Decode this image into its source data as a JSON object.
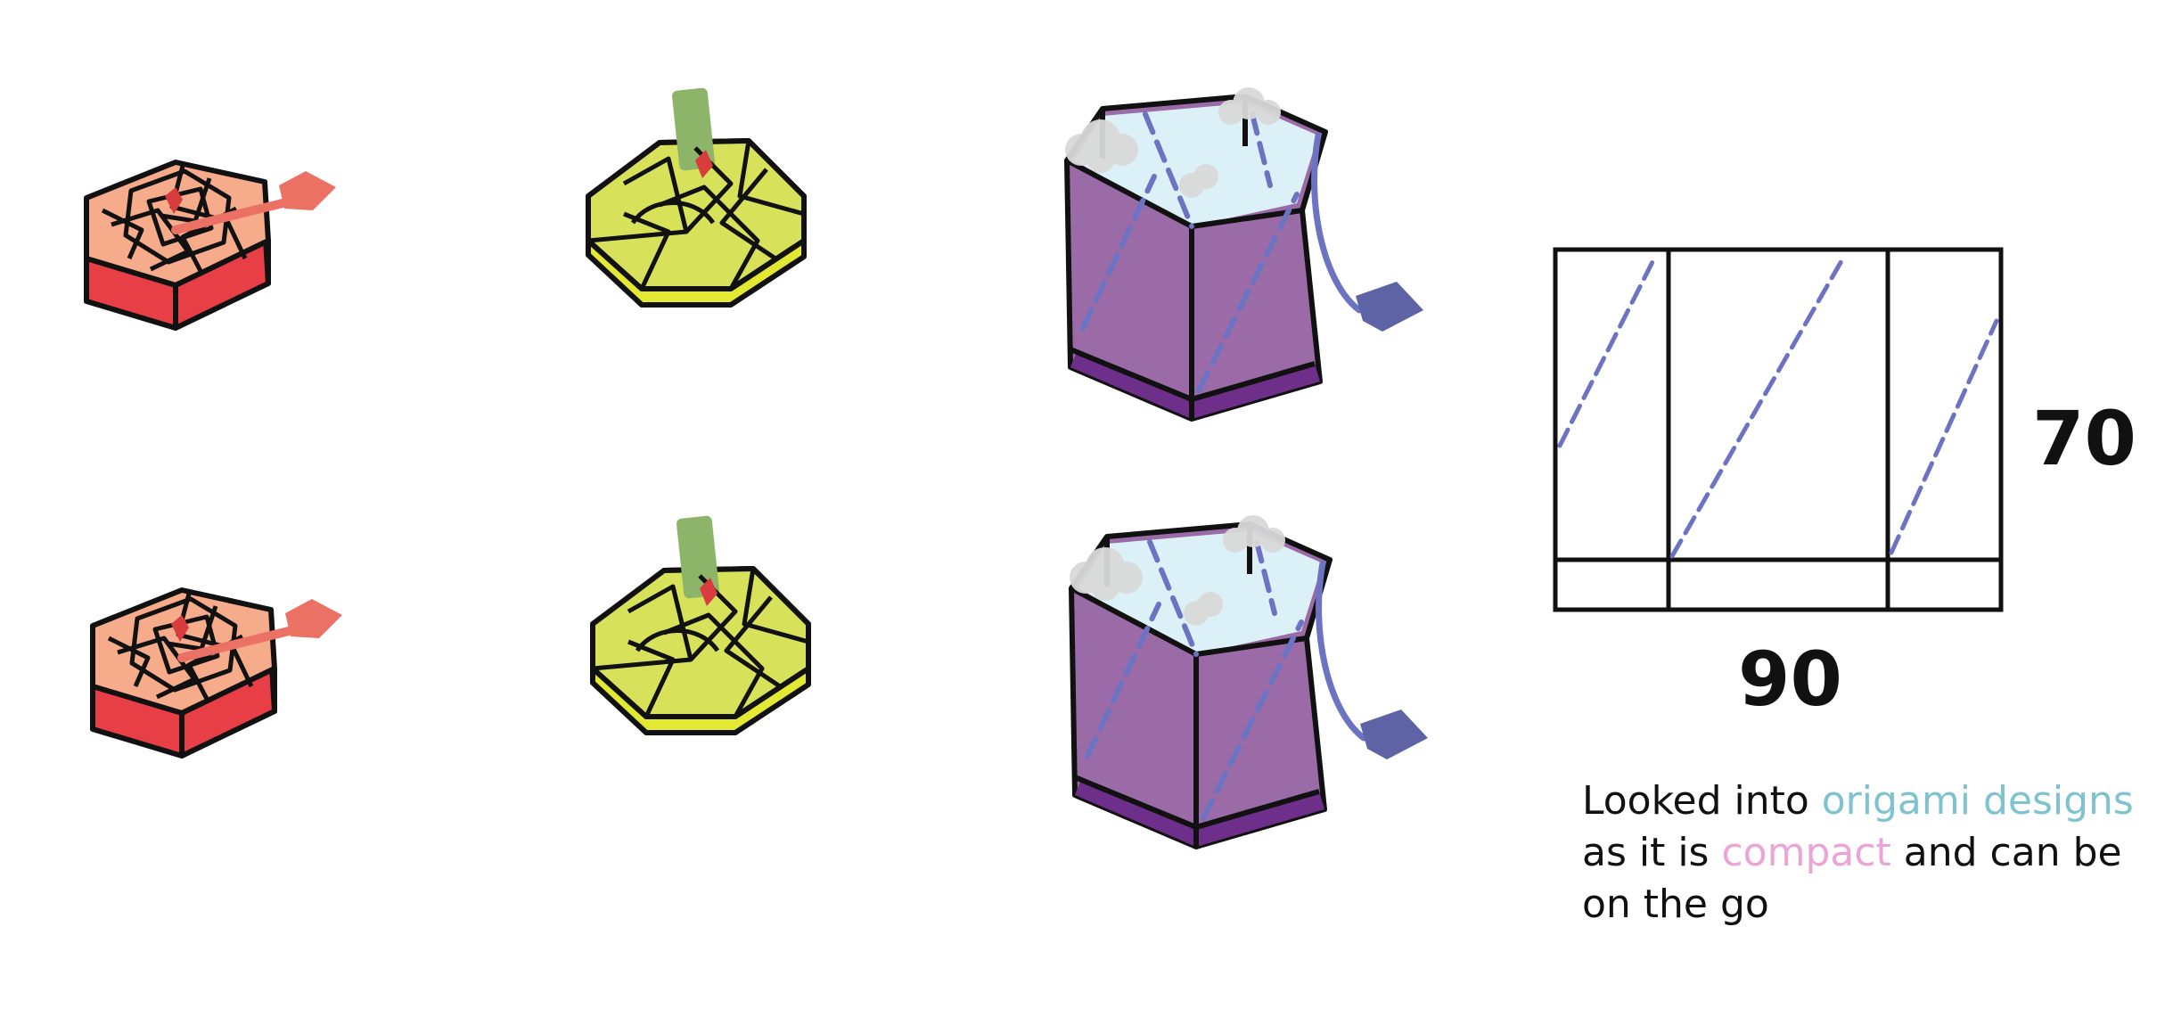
{
  "dimensions": {
    "width_label": "90",
    "height_label": "70"
  },
  "caption": {
    "part1": "Looked into ",
    "highlight1": "origami designs",
    "part2": " as it is ",
    "highlight2": "compact",
    "part3": " and can be on the go"
  },
  "colors": {
    "coral_top": "#f6ab8a",
    "coral_side": "#e83f47",
    "coral_tag": "#ec7165",
    "yellow_top": "#d7e25a",
    "yellow_side": "#e3e832",
    "green_flag": "#8db56a",
    "red_mark": "#d93c3c",
    "purple_wall": "#9b6ba8",
    "purple_rim": "#6e2f8a",
    "water": "#dcf0f7",
    "cloud": "#d9d9d9",
    "blue_tag": "#5e63a6",
    "dash_blue": "#6c73c2",
    "teal_text": "#7ec3cf",
    "pink_text": "#eaa4d6"
  }
}
